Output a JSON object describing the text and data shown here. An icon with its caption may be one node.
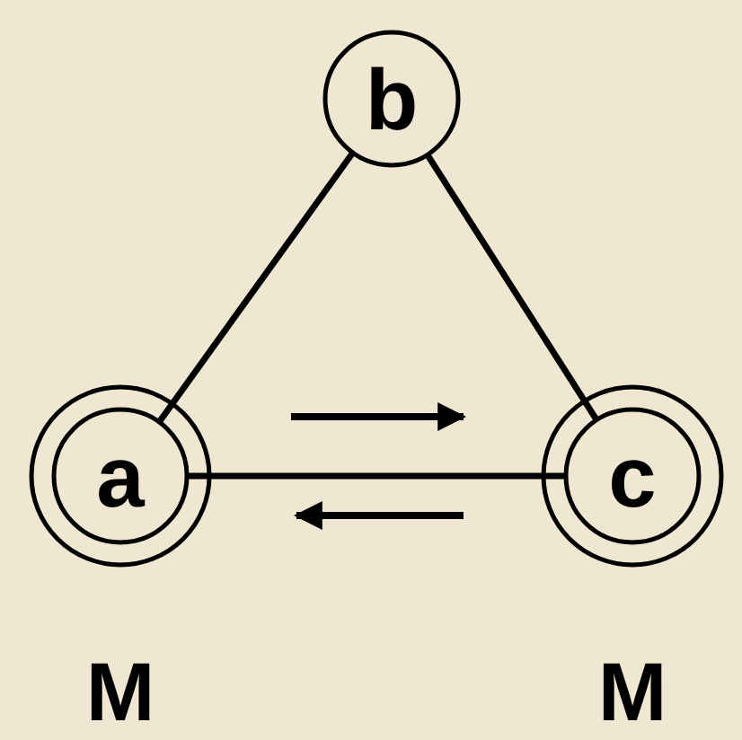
{
  "diagram": {
    "nodes": [
      {
        "text": [
          "b"
        ]
      },
      {
        "text": [
          "a"
        ],
        "beside": [
          "M"
        ]
      },
      {
        "text": [
          "c"
        ],
        "beside": [
          "M"
        ]
      }
    ],
    "edges": [
      {
        "from": 1,
        "to": 0,
        "arrow": "none"
      },
      {
        "from": 0,
        "to": 2,
        "arrow": "none"
      },
      {
        "from": 1,
        "to": 2,
        "arrow": "none"
      }
    ]
  }
}
